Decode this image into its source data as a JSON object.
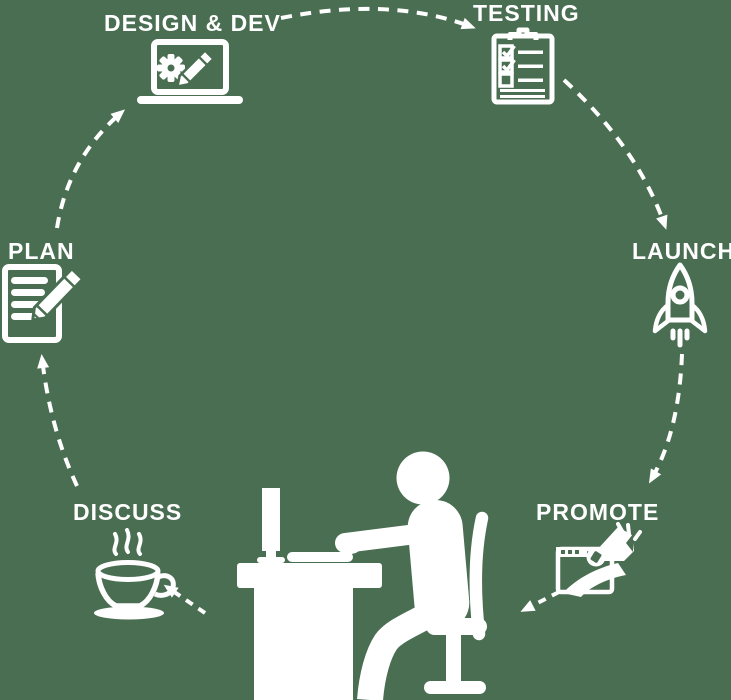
{
  "colors": {
    "background": "#4a6e52",
    "icon_and_text": "#ffffff"
  },
  "diagram": {
    "type": "software-process-cycle",
    "arrow_style": "dashed-curved",
    "stages": [
      {
        "id": "plan",
        "label": "PLAN",
        "icon": "notepad-pencil-icon"
      },
      {
        "id": "design-dev",
        "label": "DESIGN & DEV",
        "icon": "laptop-gear-pencil-icon"
      },
      {
        "id": "testing",
        "label": "TESTING",
        "icon": "clipboard-checklist-icon"
      },
      {
        "id": "launch",
        "label": "LAUNCH",
        "icon": "rocket-icon"
      },
      {
        "id": "promote",
        "label": "PROMOTE",
        "icon": "browser-megaphone-icon"
      },
      {
        "id": "discuss",
        "label": "DISCUSS",
        "icon": "coffee-cup-icon"
      }
    ],
    "center": {
      "illustration": "person-working-at-desk"
    },
    "flow": [
      {
        "from": "plan",
        "to": "design-dev"
      },
      {
        "from": "design-dev",
        "to": "testing"
      },
      {
        "from": "testing",
        "to": "launch"
      },
      {
        "from": "launch",
        "to": "promote"
      },
      {
        "from": "promote",
        "to": "person-at-desk"
      },
      {
        "from": "person-at-desk",
        "to": "discuss"
      },
      {
        "from": "discuss",
        "to": "plan"
      }
    ]
  }
}
